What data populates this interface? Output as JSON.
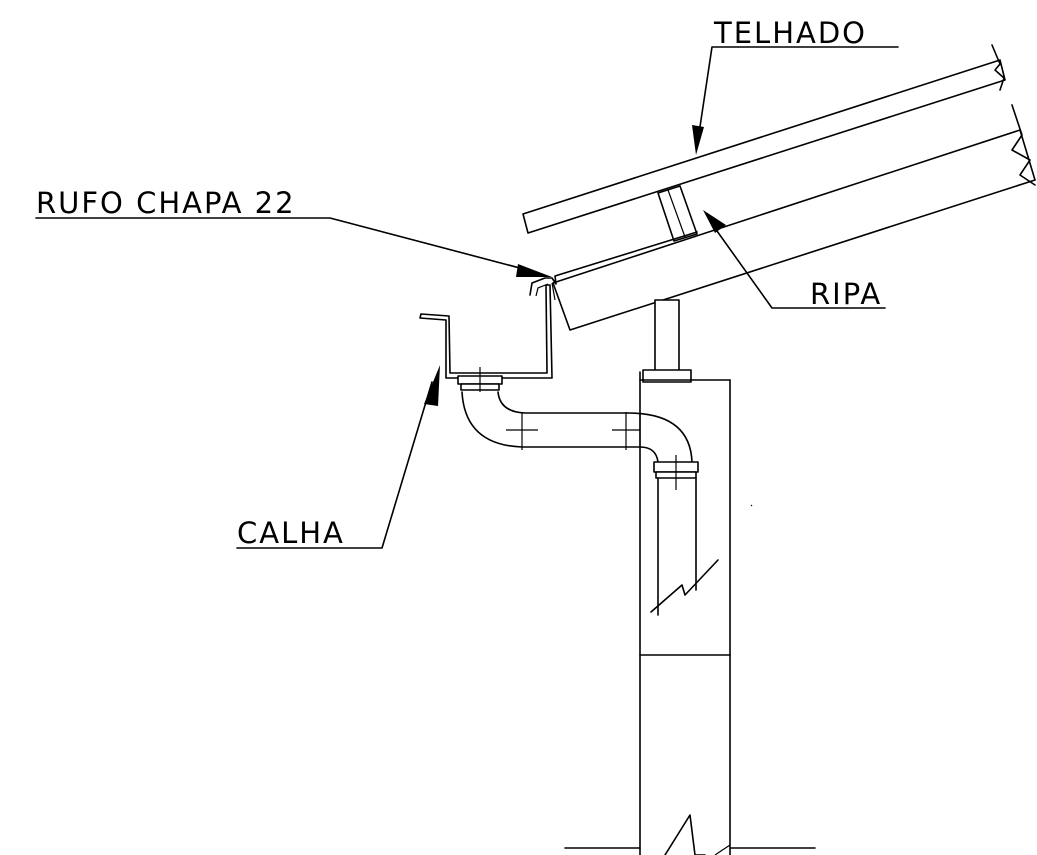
{
  "diagram": {
    "labels": {
      "telhado": "TELHADO",
      "rufo": "RUFO CHAPA 22",
      "ripa": "RIPA",
      "calha": "CALHA"
    }
  }
}
